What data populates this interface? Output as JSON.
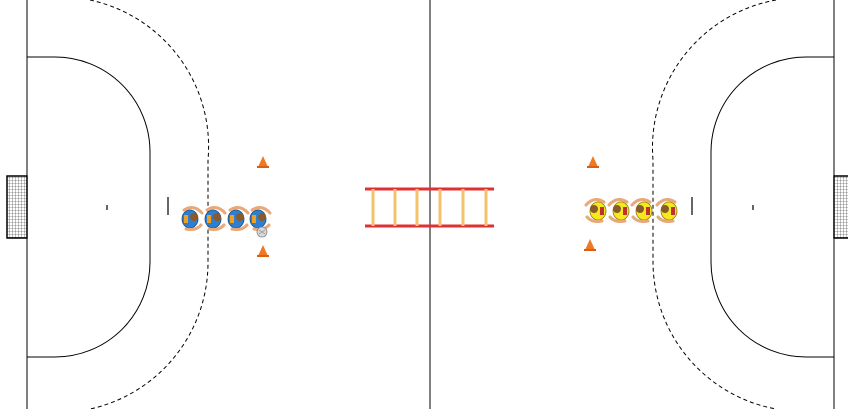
{
  "diagram": {
    "kind": "handball-court-drill",
    "colors": {
      "background": "#ffffff",
      "lines": "#000000",
      "cone": "#f07820",
      "ladder_rails": "#e03030",
      "ladder_rungs": "#f2c36a",
      "team_left_shirt": "#2f7fd0",
      "team_left_accent": "#f0a020",
      "team_right_shirt": "#f5e81c",
      "team_right_accent": "#c03030",
      "player_skin": "#e8a878",
      "ball": "#d8d8d8"
    },
    "elements": {
      "goals": [
        "goal-icon",
        "goal-icon"
      ],
      "center_line": "line",
      "six_meter_arcs": "solid",
      "nine_meter_arcs": "dashed",
      "agility_ladder": "ladder-icon",
      "cones": [
        "cone-icon",
        "cone-icon",
        "cone-icon",
        "cone-icon"
      ],
      "team_left_players": 4,
      "team_right_players": 4,
      "ball": "ball-icon"
    }
  }
}
